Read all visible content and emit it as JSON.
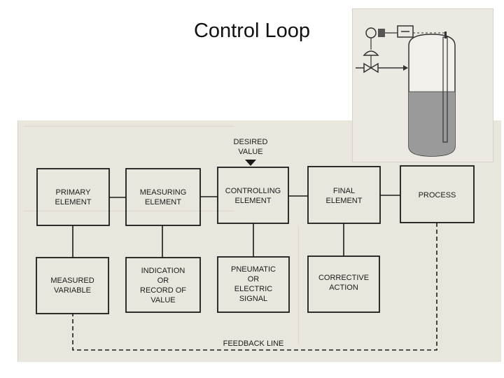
{
  "slide": {
    "title": "Control Loop"
  },
  "diagram": {
    "desired_value": [
      "DESIRED",
      "VALUE"
    ],
    "top_row": [
      {
        "id": "primary-element",
        "lines": [
          "PRIMARY",
          "ELEMENT"
        ]
      },
      {
        "id": "measuring-element",
        "lines": [
          "MEASURING",
          "ELEMENT"
        ]
      },
      {
        "id": "controlling-element",
        "lines": [
          "CONTROLLING",
          "ELEMENT"
        ]
      },
      {
        "id": "final-element",
        "lines": [
          "FINAL",
          "ELEMENT"
        ]
      },
      {
        "id": "process",
        "lines": [
          "PROCESS"
        ]
      }
    ],
    "bottom_row": [
      {
        "id": "measured-variable",
        "lines": [
          "MEASURED",
          "VARIABLE"
        ]
      },
      {
        "id": "indication-record",
        "lines": [
          "INDICATION",
          "OR",
          "RECORD OF",
          "VALUE"
        ]
      },
      {
        "id": "pneumatic-electric-signal",
        "lines": [
          "PNEUMATIC",
          "OR",
          "ELECTRIC",
          "SIGNAL"
        ]
      },
      {
        "id": "corrective-action",
        "lines": [
          "CORRECTIVE",
          "ACTION"
        ]
      }
    ],
    "feedback_label": "FEEDBACK LINE"
  },
  "colors": {
    "paper": "#e9e6dd",
    "ink": "#1a1a1a",
    "tank_fill": "#9a9a9a"
  }
}
